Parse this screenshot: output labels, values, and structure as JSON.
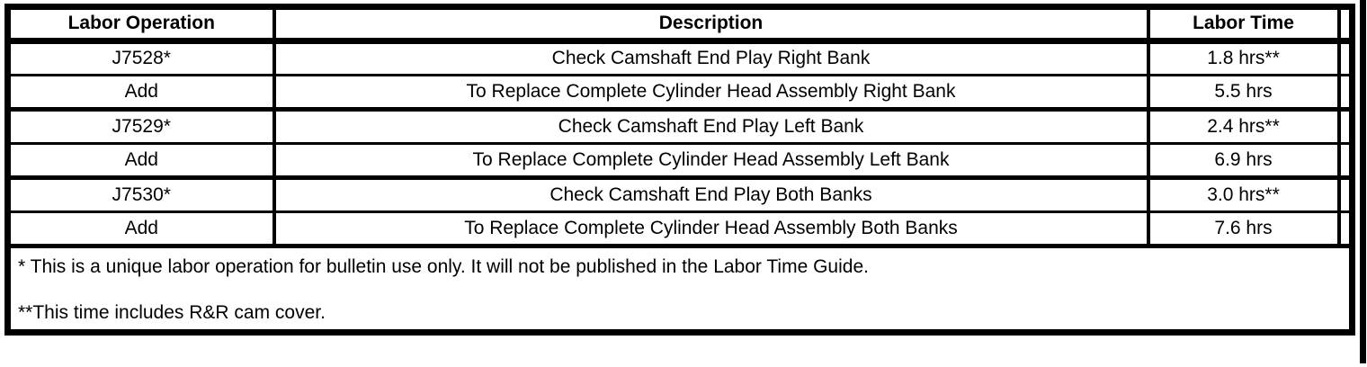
{
  "table": {
    "headers": {
      "operation": "Labor Operation",
      "description": "Description",
      "time": "Labor Time"
    },
    "rows": [
      {
        "op": "J7528*",
        "desc": "Check Camshaft End Play Right Bank",
        "time": "1.8 hrs**"
      },
      {
        "op": "Add",
        "desc": "To Replace Complete Cylinder Head Assembly Right Bank",
        "time": "5.5 hrs"
      },
      {
        "op": "J7529*",
        "desc": "Check Camshaft End Play Left Bank",
        "time": "2.4 hrs**"
      },
      {
        "op": "Add",
        "desc": "To Replace Complete Cylinder Head Assembly Left Bank",
        "time": "6.9 hrs"
      },
      {
        "op": "J7530*",
        "desc": "Check Camshaft End Play Both Banks",
        "time": "3.0 hrs**"
      },
      {
        "op": "Add",
        "desc": "To Replace Complete Cylinder Head Assembly Both Banks",
        "time": "7.6 hrs"
      }
    ],
    "notes": [
      "* This is a unique labor operation for bulletin use only. It will not be published in the Labor Time Guide.",
      "**This time includes R&R cam cover."
    ]
  },
  "colors": {
    "border": "#000000",
    "background": "#ffffff",
    "text": "#000000"
  }
}
